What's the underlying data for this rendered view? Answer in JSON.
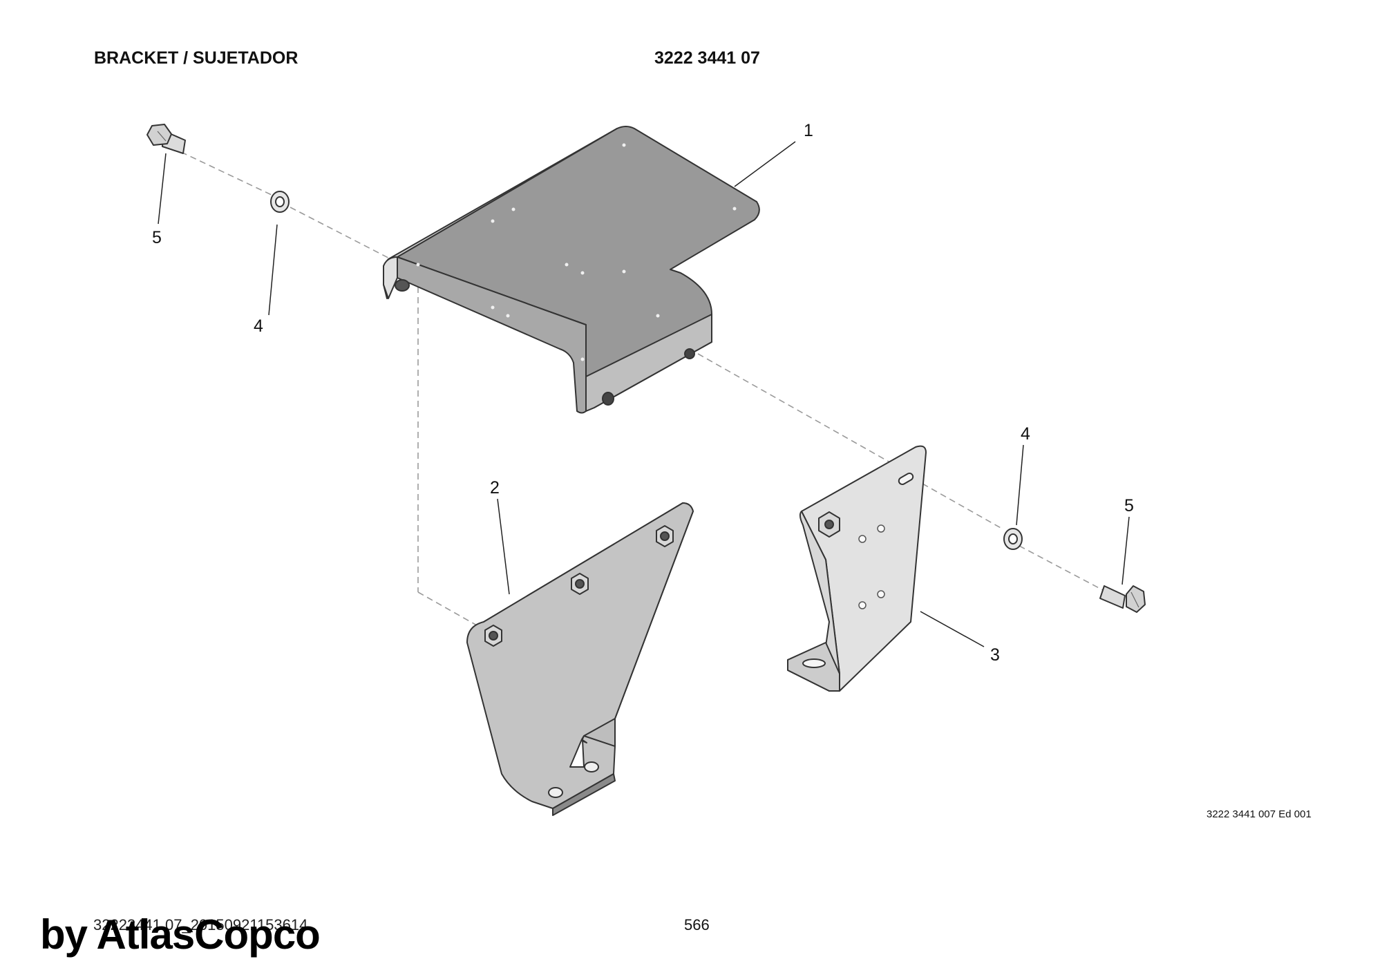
{
  "header": {
    "title": "BRACKET / SUJETADOR",
    "part_number": "3222 3441 07"
  },
  "callouts": {
    "c1": "1",
    "c2": "2",
    "c3": "3",
    "c4_left": "4",
    "c4_right": "4",
    "c5_left": "5",
    "c5_right": "5"
  },
  "drawing_ref": "3222 3441 007 Ed 001",
  "footer": {
    "doc_id": "32223441 07_20150921153614",
    "page_number": "566"
  },
  "watermark": "by AtlasCopco",
  "colors": {
    "bracket_dark": "#999999",
    "bracket_light": "#c4c4c4",
    "bracket_lighter": "#dcdcdc",
    "outline": "#333333"
  }
}
